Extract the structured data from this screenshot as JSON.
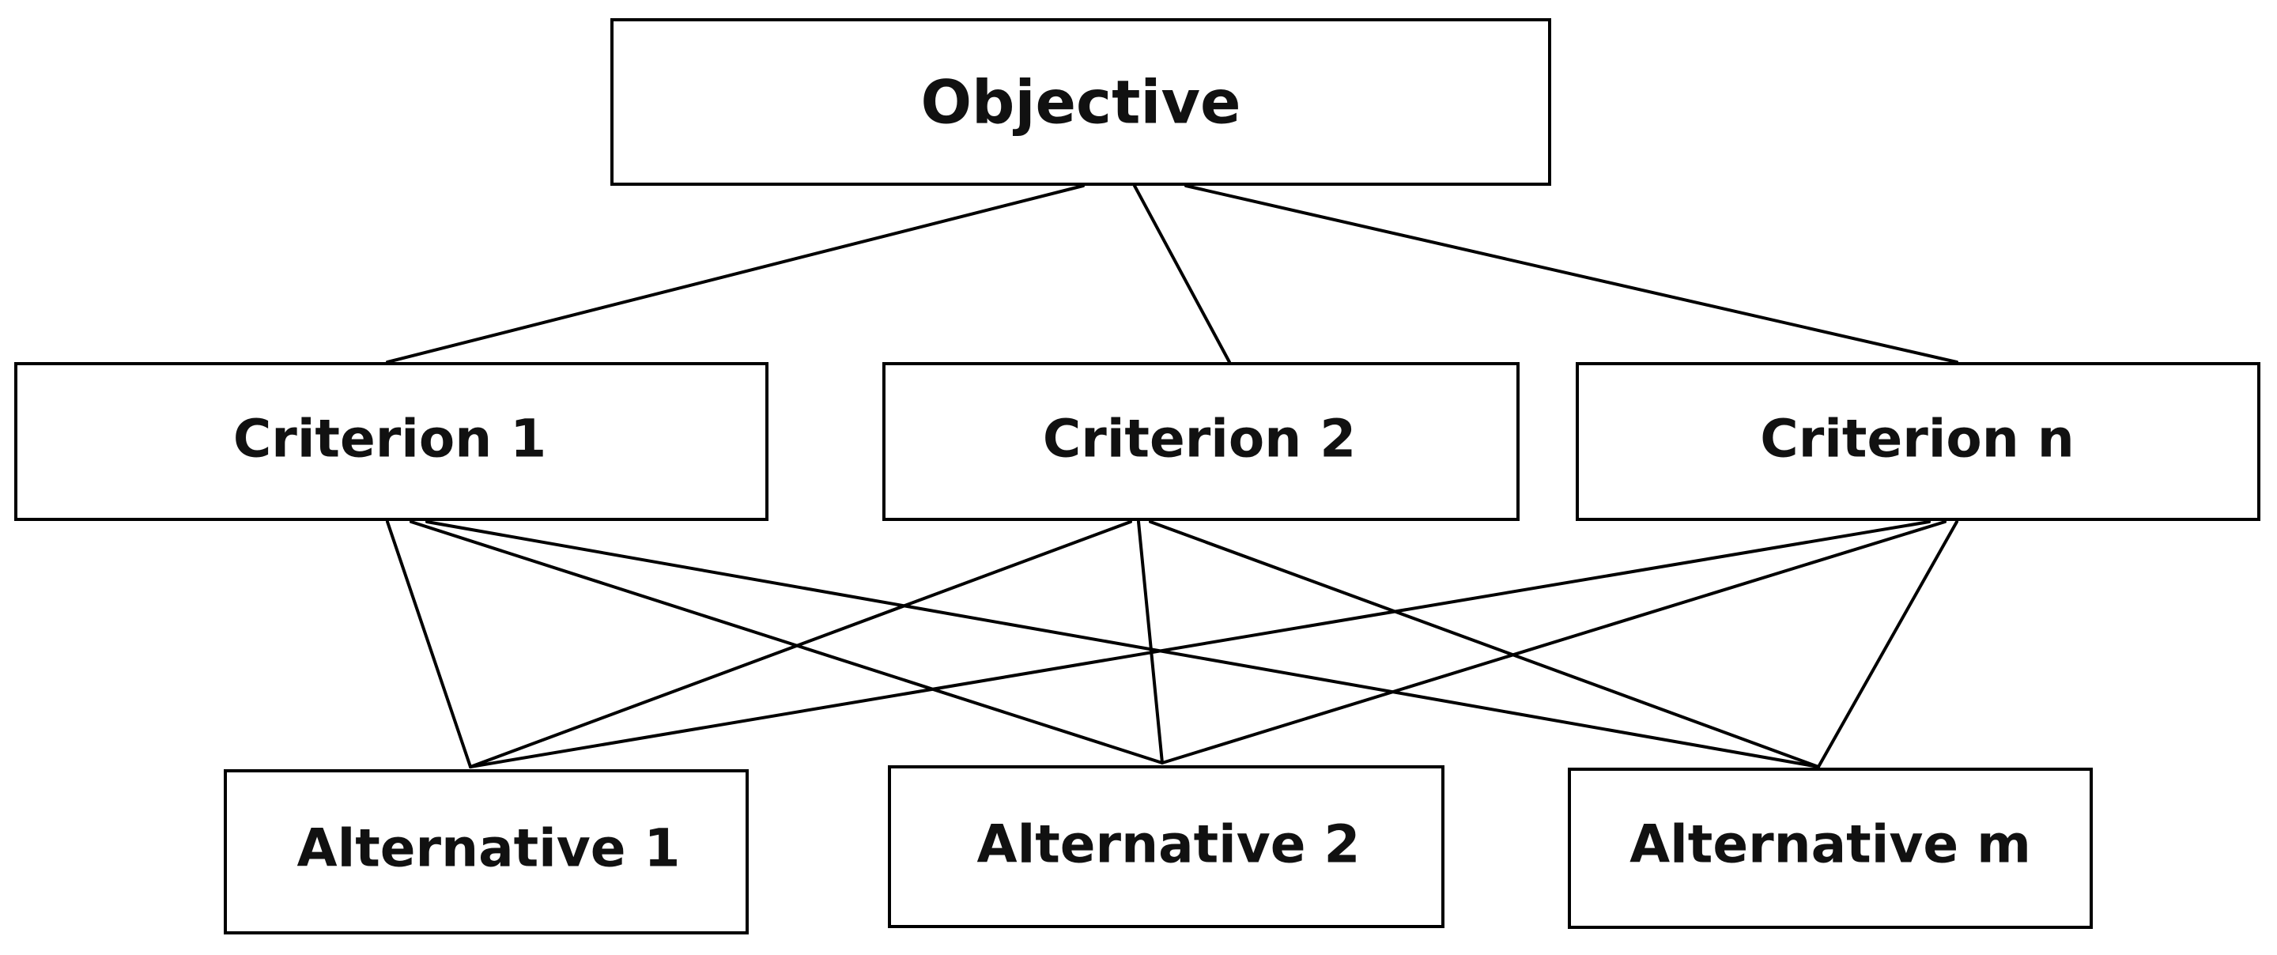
{
  "hierarchy": {
    "objective": {
      "label": "Objective"
    },
    "criteria": [
      {
        "label": "Criterion 1"
      },
      {
        "label": "Criterion 2"
      },
      {
        "label": "Criterion n"
      }
    ],
    "alternatives": [
      {
        "label": "Alternative 1"
      },
      {
        "label": "Alternative 2"
      },
      {
        "label": "Alternative m"
      }
    ]
  },
  "colors": {
    "stroke": "#000000",
    "text": "#111111",
    "background": "#ffffff"
  }
}
